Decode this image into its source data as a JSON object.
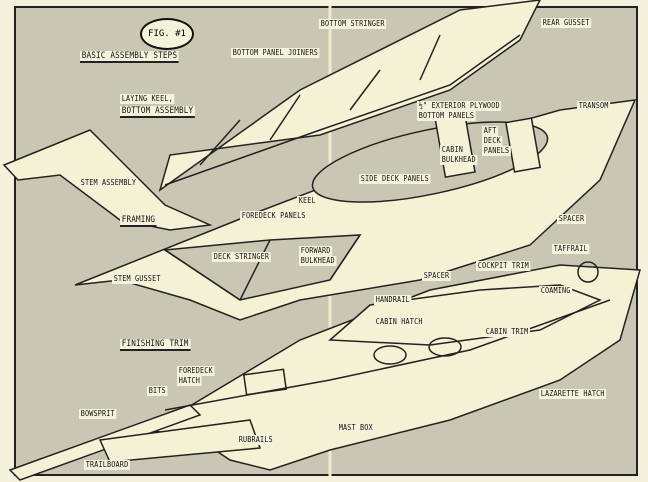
{
  "figure": {
    "label": "FIG. #1"
  },
  "headings": {
    "basic": "BASIC ASSEMBLY STEPS",
    "keel_1": "LAYING KEEL,",
    "keel_2": "BOTTOM ASSEMBLY",
    "framing": "FRAMING",
    "finishing": "FINISHING TRIM"
  },
  "callouts": {
    "bottom_stringer": "BOTTOM STRINGER",
    "rear_gusset": "REAR GUSSET",
    "bottom_panel_joiners": "BOTTOM PANEL JOINERS",
    "transom": "TRANSOM",
    "plywood_1": "½\" EXTERIOR PLYWOOD",
    "plywood_2": "BOTTOM PANELS",
    "aft_deck_1": "AFT",
    "aft_deck_2": "DECK",
    "aft_deck_3": "PANELS",
    "cabin_bulkhead_1": "CABIN",
    "cabin_bulkhead_2": "BULKHEAD",
    "keel": "KEEL",
    "stem_assembly": "STEM ASSEMBLY",
    "side_deck_panels": "SIDE DECK PANELS",
    "foredeck_panels": "FOREDECK PANELS",
    "spacer_1": "SPACER",
    "deck_stringer": "DECK STRINGER",
    "forward_bulkhead_1": "FORWARD",
    "forward_bulkhead_2": "BULKHEAD",
    "taffrail": "TAFFRAIL",
    "stem_gusset": "STEM GUSSET",
    "spacer_2": "SPACER",
    "cockpit_trim": "COCKPIT TRIM",
    "coaming": "COAMING",
    "handrail": "HANDRAIL",
    "cabin_hatch": "CABIN HATCH",
    "cabin_trim": "CABIN TRIM",
    "foredeck_hatch_1": "FOREDECK",
    "foredeck_hatch_2": "HATCH",
    "bits": "BITS",
    "lazarette_hatch": "LAZARETTE HATCH",
    "bowsprit": "BOWSPRIT",
    "mast_box": "MAST BOX",
    "rubrails": "RUBRAILS",
    "trailboard": "TRAILBOARD"
  }
}
